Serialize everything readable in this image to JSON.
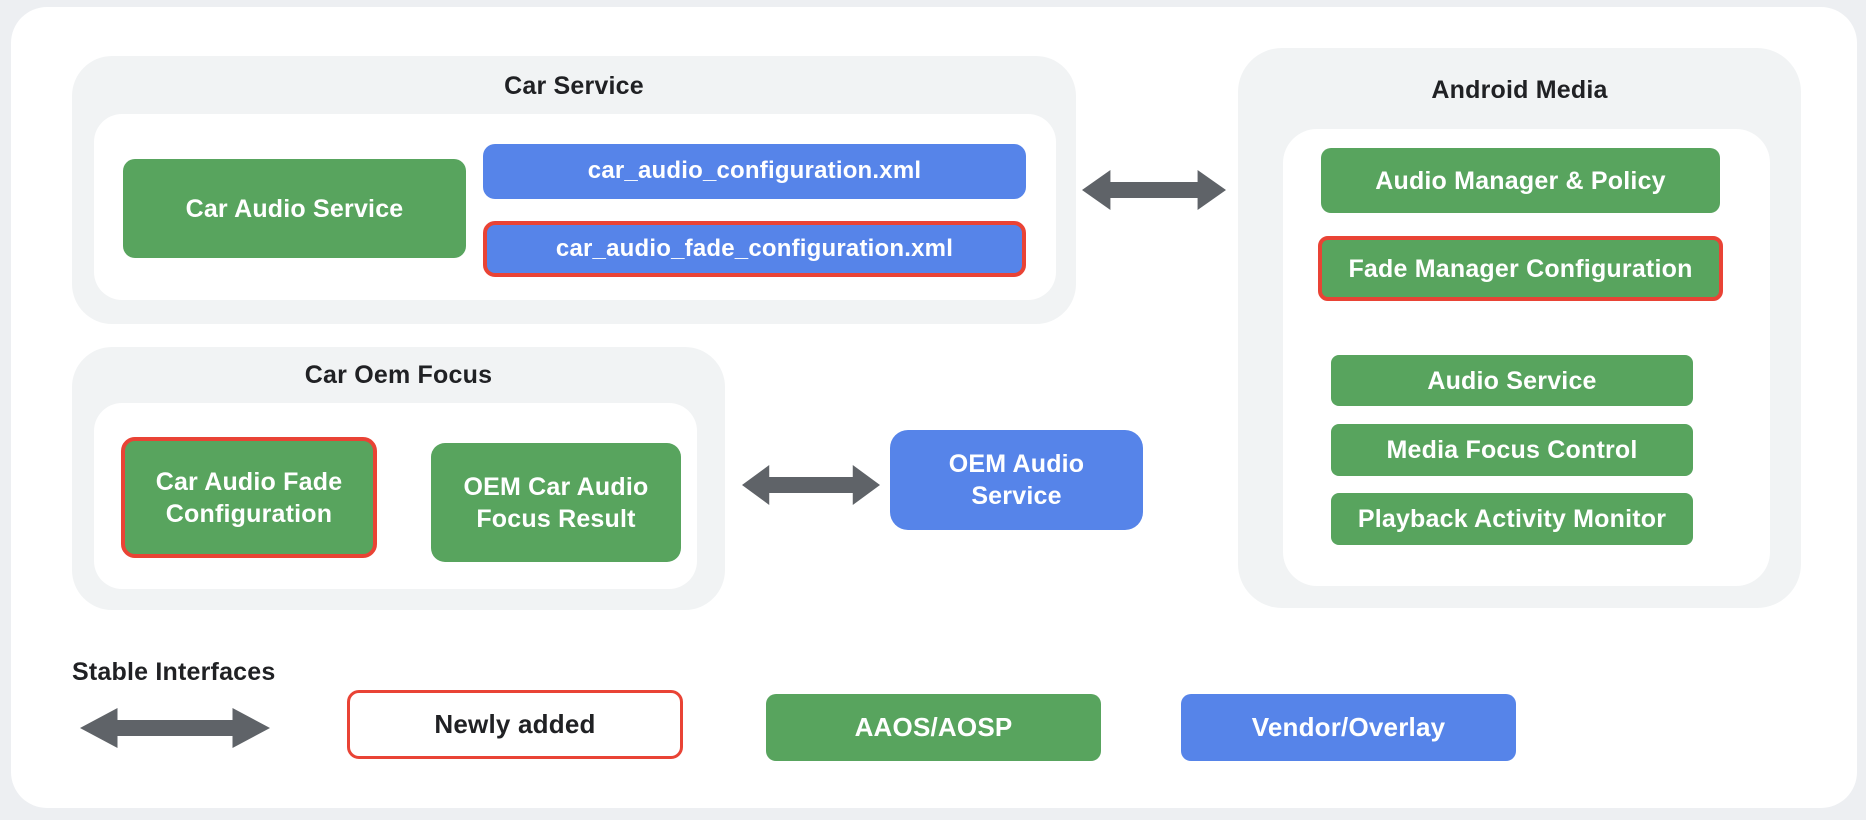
{
  "colors": {
    "page_background": "#EDEFF2",
    "card_background": "#FFFFFF",
    "section_background": "#F1F3F4",
    "aaos_aosp_green": "#58A45E",
    "vendor_overlay_blue": "#5684E9",
    "newly_added_red_outline": "#E94335",
    "stable_interface_arrow_gray": "#5F6368",
    "title_text": "#202124",
    "box_text": "#FFFFFF"
  },
  "car_service": {
    "title": "Car Service",
    "car_audio_service": "Car Audio Service",
    "config_xml": "car_audio_configuration.xml",
    "fade_config_xml": "car_audio_fade_configuration.xml"
  },
  "android_media": {
    "title": "Android Media",
    "audio_manager_policy": "Audio Manager & Policy",
    "fade_manager_configuration": "Fade Manager Configuration",
    "audio_service": "Audio Service",
    "media_focus_control": "Media Focus Control",
    "playback_activity_monitor": "Playback Activity Monitor"
  },
  "car_oem_focus": {
    "title": "Car Oem Focus",
    "car_audio_fade_configuration": "Car Audio Fade Configuration",
    "oem_car_audio_focus_result": "OEM Car Audio Focus Result"
  },
  "oem_audio_service": {
    "label": "OEM Audio Service"
  },
  "legend": {
    "stable_interfaces": "Stable Interfaces",
    "newly_added": "Newly added",
    "aaos_aosp": "AAOS/AOSP",
    "vendor_overlay": "Vendor/Overlay"
  }
}
